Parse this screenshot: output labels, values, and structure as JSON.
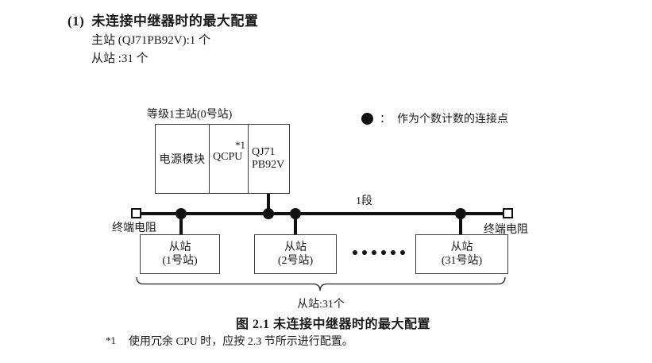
{
  "header": {
    "number": "(1)",
    "title": "未连接中继器时的最大配置",
    "master_line": "主站 (QJ71PB92V):1 个",
    "slave_line": "从站 :31 个"
  },
  "diagram": {
    "master_station_label": "等级1主站(0号站)",
    "master_station": {
      "power_module": "电源模块",
      "cpu": "QCPU",
      "cpu_footnote_ref": "*1",
      "interface_line1": "QJ71",
      "interface_line2": "PB92V"
    },
    "legend": {
      "colon": "：",
      "text": "作为个数计数的连接点"
    },
    "segment_label": "1段",
    "terminator_left_label": "终端电阻",
    "terminator_right_label": "终端电阻",
    "slaves": [
      {
        "line1": "从站",
        "line2": "(1号站)"
      },
      {
        "line1": "从站",
        "line2": "(2号站)"
      },
      {
        "line1": "从站",
        "line2": "(31号站)"
      }
    ],
    "slave_total_label": "从站:31个"
  },
  "caption": "图 2.1 未连接中继器时的最大配置",
  "footnote": {
    "marker": "*1",
    "text": "使用冗余 CPU 时，应按 2.3 节所示进行配置。"
  },
  "colors": {
    "text": "#1a1a1a",
    "line": "#111111",
    "border": "#3c3c3c",
    "background": "#ffffff"
  }
}
